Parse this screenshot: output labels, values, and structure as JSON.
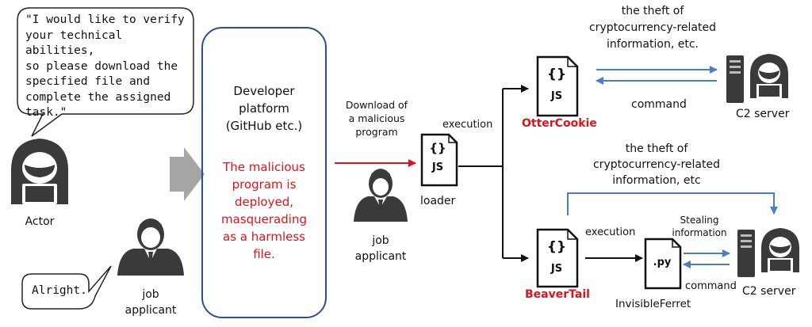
{
  "actor_bubble": {
    "text_lines": [
      "\"I would like to verify",
      "your technical abilities,",
      "so please download the",
      "specified file and",
      "complete the assigned",
      "task.\""
    ]
  },
  "actor": {
    "label": "Actor"
  },
  "reply_bubble": {
    "text": "Alright."
  },
  "job_applicant_left": {
    "label_lines": [
      "job",
      "applicant"
    ]
  },
  "platform": {
    "title_lines": [
      "Developer",
      "platform",
      "(GitHub etc.)"
    ],
    "note_lines": [
      "The malicious",
      "program is",
      "deployed,",
      "masquerading",
      "as a harmless",
      "file."
    ]
  },
  "download_label_lines": [
    "Download of",
    "a malicious",
    "program"
  ],
  "job_applicant_mid": {
    "label_lines": [
      "job",
      "applicant"
    ]
  },
  "loader": {
    "icon_text": "{}",
    "ext": "JS",
    "label": "loader"
  },
  "execution_top_label": "execution",
  "ottercookie": {
    "icon_text": "{}",
    "ext": "JS",
    "label": "OtterCookie",
    "theft_lines": [
      "the theft of",
      "cryptocurrency-related",
      "information, etc."
    ],
    "command_label": "command",
    "c2_label": "C2 server"
  },
  "beavertail": {
    "icon_text": "{}",
    "ext": "JS",
    "label": "BeaverTail",
    "theft_lines": [
      "the theft of",
      "cryptocurrency-related",
      "information, etc"
    ],
    "execution_label": "execution"
  },
  "invisibleferret": {
    "icon_text": ".py",
    "label": "InvisibleFerret",
    "stealing_lines": [
      "Stealing",
      "information"
    ],
    "command_label": "command",
    "c2_label": "C2 server"
  },
  "colors": {
    "accent_red": "#e0121b",
    "arrow_blue": "#4a7cc8",
    "box_blue": "#2e4d8f"
  }
}
